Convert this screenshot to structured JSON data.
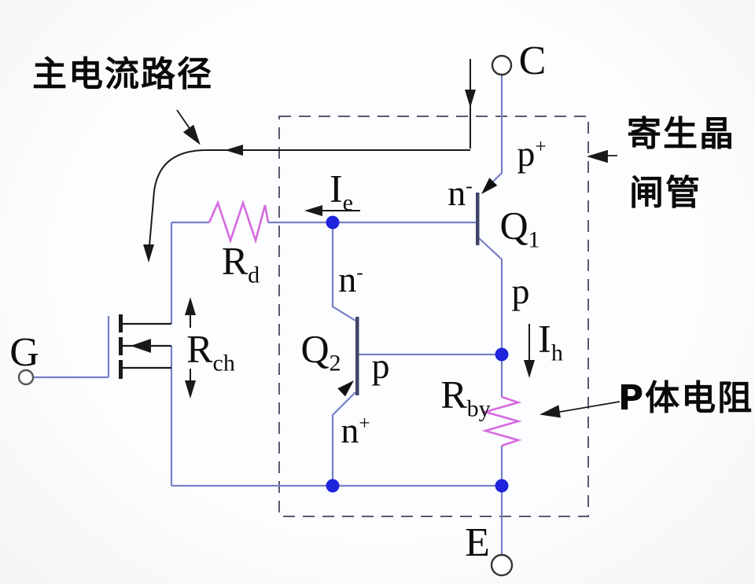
{
  "annotations": {
    "main_current_path": "主电流路径",
    "parasitic_thyristor_line1": "寄生晶",
    "parasitic_thyristor_line2": "闸管",
    "p_body_resistance": "P体电阻"
  },
  "terminals": {
    "collector": "C",
    "emitter": "E",
    "gate": "G"
  },
  "devices": {
    "q1": {
      "base": "Q",
      "sub": "1"
    },
    "q2": {
      "base": "Q",
      "sub": "2"
    },
    "rd": {
      "base": "R",
      "sub": "d"
    },
    "rch": {
      "base": "R",
      "sub": "ch"
    },
    "rby": {
      "base": "R",
      "sub": "by"
    }
  },
  "currents": {
    "ie": {
      "base": "I",
      "sub": "e"
    },
    "ih": {
      "base": "I",
      "sub": "h"
    }
  },
  "regions": {
    "p_plus": {
      "base": "p",
      "sup": "+"
    },
    "n_minus_top": {
      "base": "n",
      "sup": "-"
    },
    "n_minus_mid": {
      "base": "n",
      "sup": "-"
    },
    "p_top": "p",
    "p_mid": "p",
    "n_plus": {
      "base": "n",
      "sup": "+"
    }
  },
  "colors": {
    "wire": "#7580c5",
    "transistor_bar": "#3f4468",
    "junction_dot": "#1f24dd",
    "resistor": "#d66ae0",
    "dashed_box": "#5f5570",
    "annotation": "#111111",
    "background": "#fbfcfd"
  }
}
